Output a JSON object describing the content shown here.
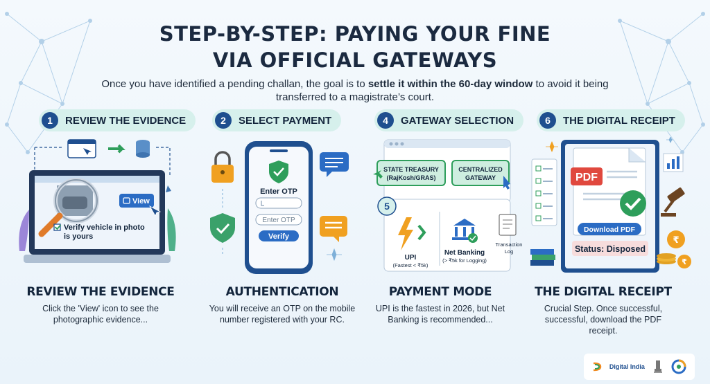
{
  "header": {
    "title_line1": "STEP-BY-STEP: PAYING YOUR FINE",
    "title_line2": "VIA OFFICIAL GATEWAYS",
    "subtitle_pre": "Once you have identified a pending challan, the goal is to ",
    "subtitle_bold": "settle it within the 60-day window",
    "subtitle_post": " to avoid it being transferred to a magistrate’s court."
  },
  "steps": [
    {
      "number": "1",
      "label": "REVIEW THE EVIDENCE"
    },
    {
      "number": "2",
      "label": "SELECT PAYMENT"
    },
    {
      "number": "4",
      "label": "GATEWAY SELECTION"
    },
    {
      "number": "6",
      "label": "THE DIGITAL RECEIPT"
    }
  ],
  "panel1": {
    "view_button": "View",
    "check_line1": "Verify vehicle in photo",
    "check_line2": "is yours"
  },
  "panel2": {
    "enter_otp_label": "Enter OTP",
    "otp_placeholder": "Enter OTP",
    "verify_button": "Verify"
  },
  "panel3": {
    "option1_line1": "STATE TREASURY",
    "option1_line2": "(RajKosh/GRAS)",
    "option2_line1": "CENTRALIZED",
    "option2_line2": "GATEWAY",
    "step_number": "5",
    "upi_label": "UPI",
    "upi_note": "(Fastest < ₹5k)",
    "netbanking_label": "Net Banking",
    "netbanking_note": "(> ₹5k for Logging)",
    "log_line1": "Transaction",
    "log_line2": "Log"
  },
  "panel4": {
    "pdf_label": "PDF",
    "download_button": "Download PDF",
    "status": "Status: Disposed"
  },
  "captions": [
    {
      "title": "REVIEW THE EVIDENCE",
      "text": "Click the 'View' icon to see the photographic evidence..."
    },
    {
      "title": "AUTHENTICATION",
      "text": "You will receive an OTP on the mobile number registered with your RC."
    },
    {
      "title": "PAYMENT MODE",
      "text": "UPI is the fastest in 2026, but Net Banking is recommended..."
    },
    {
      "title": "THE DIGITAL RECEIPT",
      "text": "Crucial Step. Once successful, successful, download the PDF receipt."
    }
  ],
  "footer": {
    "digital_india": "Digital India"
  },
  "colors": {
    "navy": "#1f4f8f",
    "teal_pill": "#d6f0ec",
    "green": "#2e9e5b",
    "orange": "#f0a020",
    "pdf_red": "#e0483e"
  }
}
